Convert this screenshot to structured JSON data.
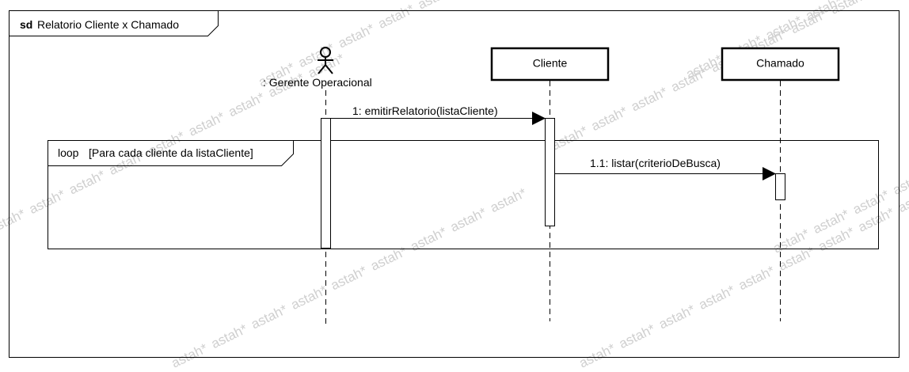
{
  "frame": {
    "keyword": "sd",
    "title": "Relatorio Cliente x Chamado"
  },
  "lifelines": {
    "actor": {
      "label": ": Gerente Operacional"
    },
    "cliente": {
      "label": "Cliente"
    },
    "chamado": {
      "label": "Chamado"
    }
  },
  "messages": {
    "m1": {
      "label": "1: emitirRelatorio(listaCliente)"
    },
    "m2": {
      "label": "1.1: listar(criterioDeBusca)"
    }
  },
  "fragment": {
    "operator": "loop",
    "guard": "[Para cada cliente da listaCliente]"
  },
  "watermark": {
    "text": "astah*"
  }
}
